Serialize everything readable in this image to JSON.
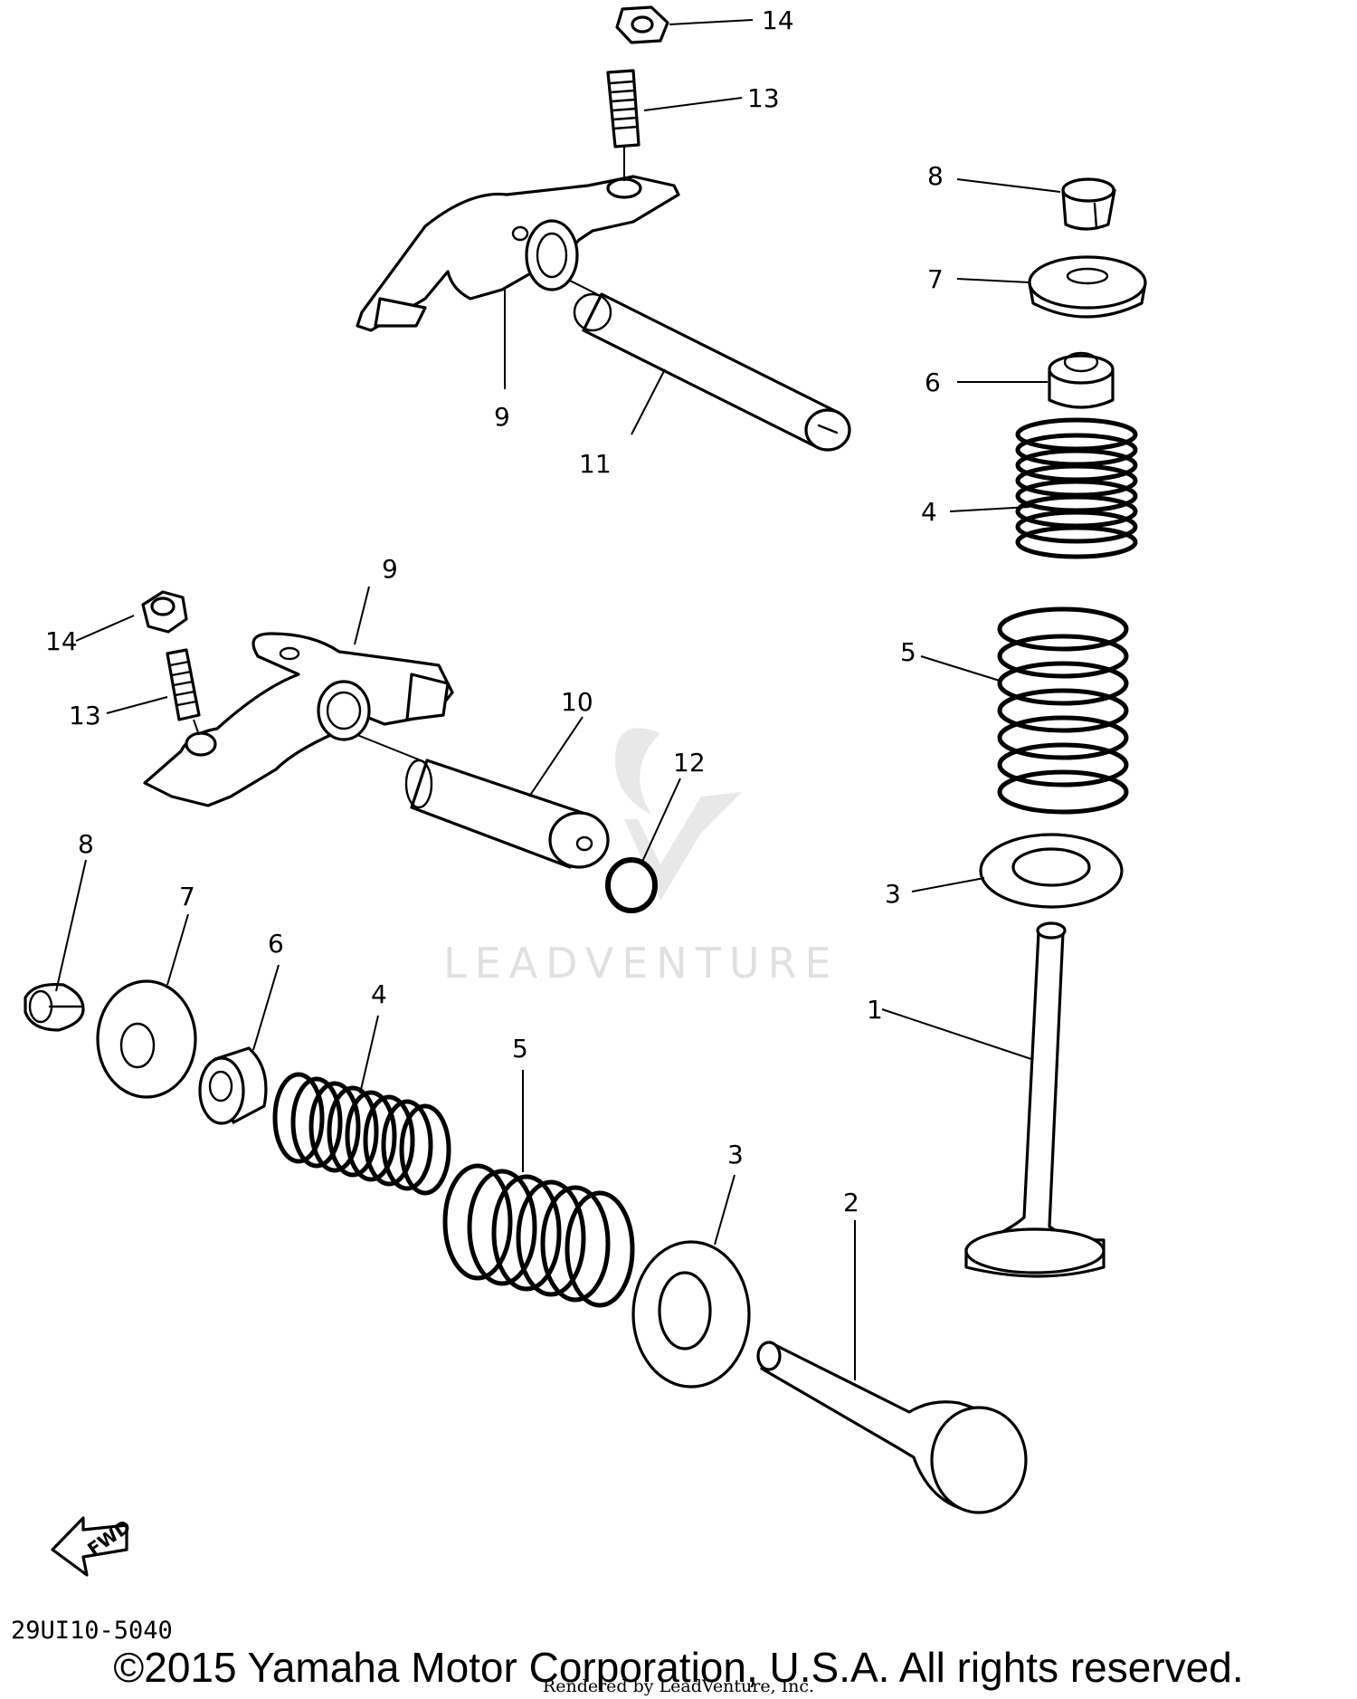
{
  "diagram": {
    "code": "29UI10-5040",
    "copyright": "©2015 Yamaha Motor Corporation, U.S.A. All rights reserved.",
    "rendered_by": "Rendered by LeadVenture, Inc.",
    "watermark": "LEADVENTURE",
    "fwd_label": "FWD"
  },
  "callouts": [
    "1",
    "2",
    "3",
    "4",
    "5",
    "6",
    "7",
    "8",
    "9",
    "10",
    "11",
    "12",
    "13",
    "14"
  ]
}
